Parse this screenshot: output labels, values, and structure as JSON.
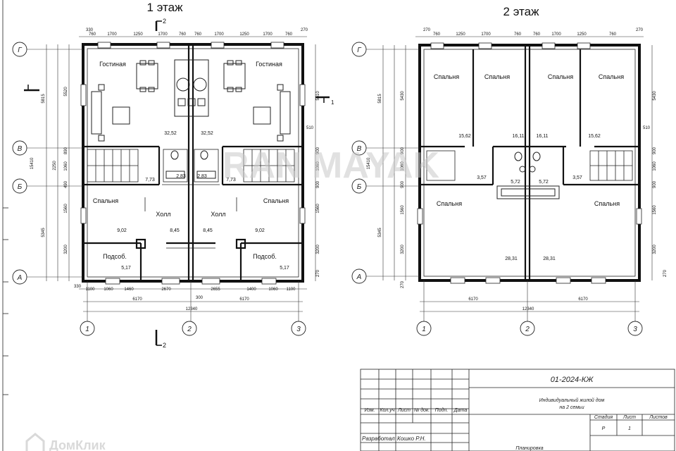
{
  "floor1": {
    "title": "1 этаж",
    "section_marker": "2",
    "rooms": {
      "living_left": "Гостиная",
      "living_right": "Гостиная",
      "bedroom_left": "Спальня",
      "bedroom_right": "Спальня",
      "hall_left": "Холл",
      "hall_right": "Холл",
      "utility_left": "Подсоб.",
      "utility_right": "Подсоб."
    },
    "areas": [
      "32,52",
      "32,52",
      "7,73",
      "2,83",
      "2,83",
      "7,73",
      "9,02",
      "8,45",
      "8,45",
      "9,02",
      "5,17",
      "5,17"
    ],
    "dims_top": [
      "330",
      "760",
      "1700",
      "1250",
      "1700",
      "760",
      "760",
      "1700",
      "1250",
      "1700",
      "760",
      "270"
    ],
    "dims_bottom": [
      "330",
      "1100",
      "1060",
      "1460",
      "2670",
      "2655",
      "1400",
      "1060",
      "1100"
    ],
    "dim_half_left": "6170",
    "dim_half_right": "6170",
    "dim_mid": "300",
    "dim_total": "12340",
    "dims_left": [
      "5815",
      "5520",
      "15410",
      "890",
      "2250",
      "1060",
      "490",
      "5345",
      "1560",
      "3200"
    ],
    "dims_right": [
      "5510",
      "510",
      "900",
      "1060",
      "900",
      "1560",
      "3200",
      "270"
    ],
    "axes_h": [
      "Г",
      "В",
      "Б",
      "А"
    ],
    "axes_v": [
      "1",
      "2",
      "3"
    ],
    "side_marker": "1"
  },
  "floor2": {
    "title": "2 этаж",
    "rooms": {
      "bed1": "Спальня",
      "bed2": "Спальня",
      "bed3": "Спальня",
      "bed4": "Спальня",
      "bed5": "Спальня",
      "bed6": "Спальня"
    },
    "areas": [
      "15,62",
      "16,11",
      "16,11",
      "15,62",
      "3,57",
      "5,72",
      "5,72",
      "3,57",
      "28,31",
      "28,31"
    ],
    "dims_top": [
      "270",
      "760",
      "1250",
      "1700",
      "760",
      "760",
      "1700",
      "1250",
      "760",
      "270"
    ],
    "dim_half_left": "6170",
    "dim_half_right": "6170",
    "dim_total": "12340",
    "dims_left": [
      "5815",
      "5430",
      "15410",
      "900",
      "1060",
      "900",
      "5345",
      "1560",
      "3200",
      "270"
    ],
    "dims_right": [
      "5430",
      "510",
      "900",
      "1060",
      "900",
      "1560",
      "3200",
      "270"
    ],
    "axes_h": [
      "Г",
      "В",
      "Б",
      "А"
    ],
    "axes_v": [
      "1",
      "2",
      "3"
    ]
  },
  "watermark": "RAN MAYAK",
  "title_block": {
    "doc_code": "01-2024-КЖ",
    "project_line1": "Индивидуальный жилой дом",
    "project_line2": "на 2 семьи",
    "col_headers": [
      "Изм.",
      "Кол.уч",
      "Лист",
      "№ док.",
      "Подп.",
      "Дата"
    ],
    "stage_header": "Стадия",
    "sheet_header": "Лист",
    "sheets_header": "Листов",
    "stage_value": "Р",
    "sheet_value": "1",
    "developed_label": "Разработал",
    "developer_name": "Кошко Р.Н.",
    "bottom_text": "Планировка"
  },
  "logo_text": "ДомКлик"
}
